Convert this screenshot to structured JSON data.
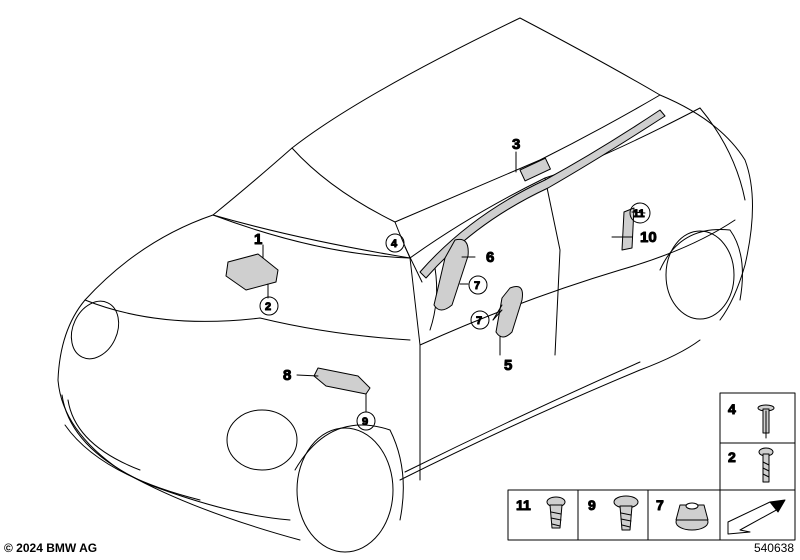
{
  "callouts": {
    "c1": "1",
    "c2": "2",
    "c3": "3",
    "c4": "4",
    "c5": "5",
    "c6": "6",
    "c7a": "7",
    "c7b": "7",
    "c8": "8",
    "c9": "9",
    "c10": "10",
    "c11": "11"
  },
  "parts_panel": {
    "p4": "4",
    "p2": "2",
    "p11": "11",
    "p9": "9",
    "p7": "7"
  },
  "footer": {
    "copyright": "© 2024 BMW AG",
    "reference": "540638"
  },
  "colors": {
    "line": "#000000",
    "part_fill": "#cfcfcf",
    "background": "#ffffff"
  }
}
